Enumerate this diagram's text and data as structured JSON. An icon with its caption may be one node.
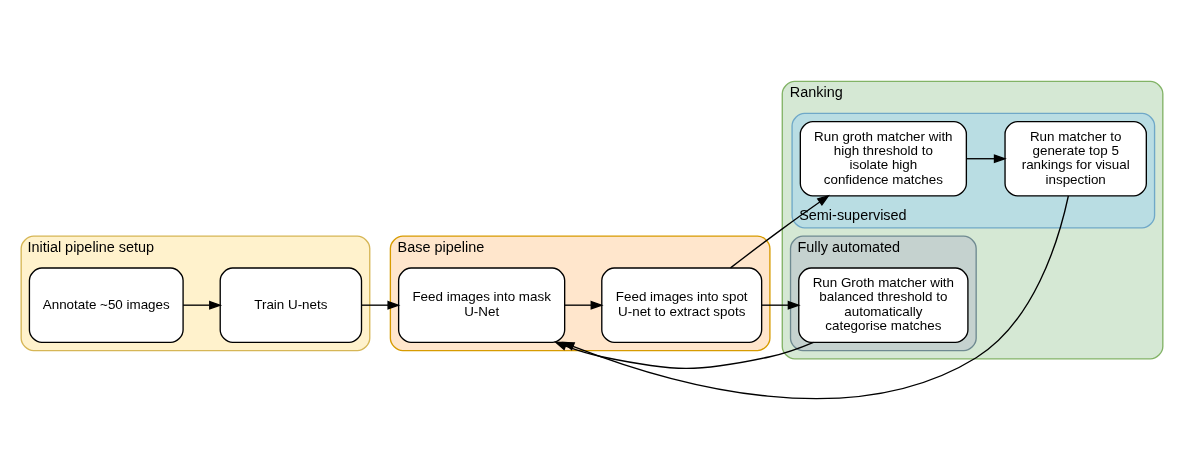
{
  "diagram": {
    "nodes": [
      {
        "text": [
          "Initial pipeline setup"
        ]
      },
      {
        "text": [
          "Annotate ~50 images"
        ],
        "in": 0
      },
      {
        "text": [
          "Train U-nets"
        ],
        "in": 0
      },
      {
        "text": [
          "Base pipeline"
        ]
      },
      {
        "text": [
          "Feed images into mask U-Net"
        ],
        "in": 3
      },
      {
        "text": [
          "Feed images into spot U-net to extract spots"
        ],
        "in": 3
      },
      {
        "text": [
          "Ranking"
        ]
      },
      {
        "text": [
          "Semi-supervised"
        ],
        "in": 6
      },
      {
        "text": [
          "Run groth matcher with high threshold to isolate high confidence matches"
        ],
        "in": 7
      },
      {
        "text": [
          "Run matcher to generate top 5 rankings for visual inspection"
        ],
        "in": 7
      },
      {
        "text": [
          "Fully automated"
        ],
        "in": 6
      },
      {
        "text": [
          "Run Groth matcher with balanced threshold to automatically categorise matches"
        ],
        "in": 10
      }
    ],
    "edges": [
      {
        "from": 1,
        "to": 2,
        "arrow": "to"
      },
      {
        "from": 2,
        "to": 4,
        "arrow": "to"
      },
      {
        "from": 4,
        "to": 5,
        "arrow": "to"
      },
      {
        "from": 5,
        "to": 8,
        "arrow": "to"
      },
      {
        "from": 8,
        "to": 9,
        "arrow": "to"
      },
      {
        "from": 9,
        "to": 4,
        "arrow": "to"
      },
      {
        "from": 5,
        "to": 11,
        "arrow": "to"
      },
      {
        "from": 11,
        "to": 4,
        "arrow": "to"
      }
    ]
  }
}
